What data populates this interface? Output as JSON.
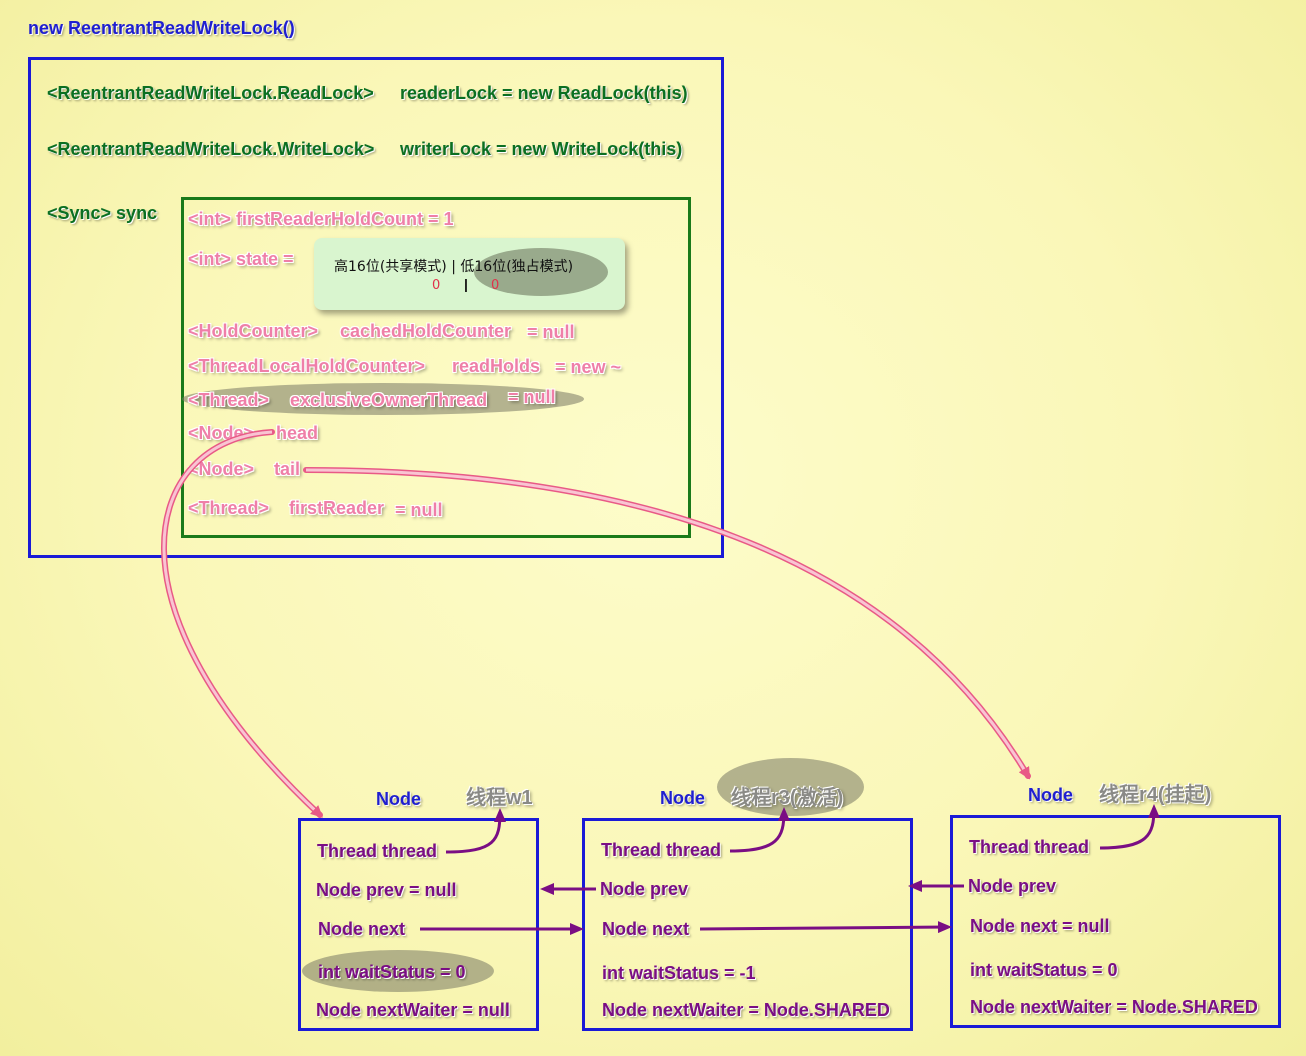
{
  "title": "new ReentrantReadWriteLock()",
  "lock": {
    "reader_type": "<ReentrantReadWriteLock.ReadLock>",
    "reader_decl": "readerLock = new ReadLock(this)",
    "writer_type": "<ReentrantReadWriteLock.WriteLock>",
    "writer_decl": "writerLock = new WriteLock(this)",
    "sync_label": "<Sync> sync"
  },
  "sync": {
    "first_reader_hold_count": "<int>  firstReaderHoldCount = 1",
    "state_label": "<int>  state =",
    "state_high_label": "高16位(共享模式)",
    "state_sep": "|",
    "state_low_label": "低16位(独占模式)",
    "state_high_value": "0",
    "state_low_value": "0",
    "cached_type": "<HoldCounter>",
    "cached_name": "cachedHoldCounter",
    "cached_value": "= null",
    "read_holds_type": "<ThreadLocalHoldCounter>",
    "read_holds_name": "readHolds",
    "read_holds_value": "= new ~",
    "owner_type": "<Thread>",
    "owner_name": "exclusiveOwnerThread",
    "owner_value": "= null",
    "head_type": "<Node>",
    "head_name": "head",
    "tail_type": "<Node>",
    "tail_name": "tail",
    "first_reader_type": "<Thread>",
    "first_reader_name": "firstReader",
    "first_reader_value": "= null"
  },
  "nodes": [
    {
      "title": "Node",
      "thread_label": "线程w1",
      "thread": "Thread thread",
      "prev": "Node prev  = null",
      "next": "Node next",
      "wait_status": "int waitStatus = 0",
      "next_waiter": "Node nextWaiter = null"
    },
    {
      "title": "Node",
      "thread_label": "线程r3(激活)",
      "thread": "Thread thread",
      "prev": "Node prev",
      "next": "Node next",
      "wait_status": "int waitStatus = -1",
      "next_waiter": "Node nextWaiter = Node.SHARED"
    },
    {
      "title": "Node",
      "thread_label": "线程r4(挂起)",
      "thread": "Thread thread",
      "prev": "Node prev",
      "next": "Node next   = null",
      "wait_status": "int waitStatus = 0",
      "next_waiter": "Node nextWaiter = Node.SHARED"
    }
  ],
  "colors": {
    "background": "#faf7b8",
    "outer_border": "#1a1ad6",
    "sync_border": "#1a7a1a",
    "field_text": "#ef7fa8",
    "node_text": "#7a0e84",
    "arrow_pink": "#f08aa8",
    "arrow_purple": "#7a0e84"
  }
}
